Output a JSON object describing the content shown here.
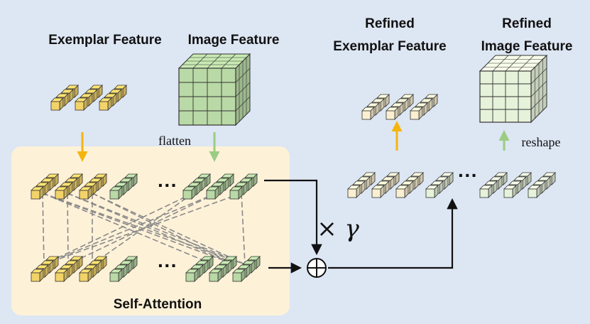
{
  "labels": {
    "exemplar_feature": "Exemplar Feature",
    "image_feature": "Image Feature",
    "refined_line1": "Refined",
    "refined_exemplar_line2": "Exemplar Feature",
    "refined_image_line2": "Image Feature",
    "flatten": "flatten",
    "reshape": "reshape",
    "self_attention": "Self-Attention",
    "times_gamma": "× γ",
    "ellipsis": "···"
  },
  "colors": {
    "background": "#dde6f3",
    "attention_panel": "#fdf1d8",
    "exemplar_token": "#f2d36a",
    "image_token": "#b9d9a6",
    "refined_exemplar_token": "#faefd0",
    "refined_image_token": "#e6f2da",
    "yellow_arrow": "#f5b50f",
    "green_arrow": "#9ccc83",
    "edge": "#333333",
    "attention_lines": "#8a8a8a"
  }
}
